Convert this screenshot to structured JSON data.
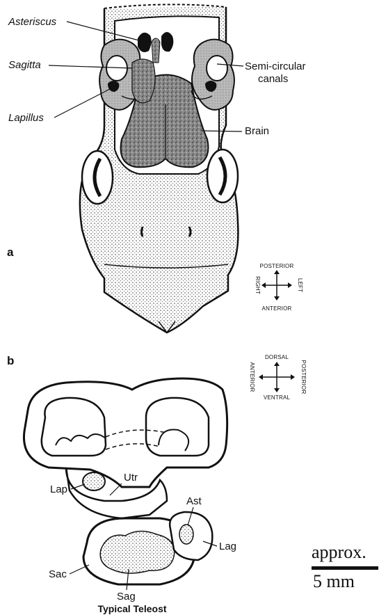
{
  "panel_a": {
    "letter": "a",
    "labels": {
      "asteriscus": "Asteriscus",
      "sagitta": "Sagitta",
      "lapillus": "Lapillus",
      "semicircular_line1": "Semi-circular",
      "semicircular_line2": "canals",
      "brain": "Brain"
    },
    "compass": {
      "top": "POSTERIOR",
      "bottom": "ANTERIOR",
      "left": "RIGHT",
      "right": "LEFT"
    }
  },
  "panel_b": {
    "letter": "b",
    "labels": {
      "lap": "Lap",
      "utr": "Utr",
      "ast": "Ast",
      "lag": "Lag",
      "sac": "Sac",
      "sag": "Sag"
    },
    "compass": {
      "top": "DORSAL",
      "bottom": "VENTRAL",
      "left": "ANTERIOR",
      "right": "POSTERIOR"
    },
    "caption": "Typical Teleost"
  },
  "scale_bar": {
    "label_top": "approx.",
    "label_bottom": "5 mm"
  }
}
